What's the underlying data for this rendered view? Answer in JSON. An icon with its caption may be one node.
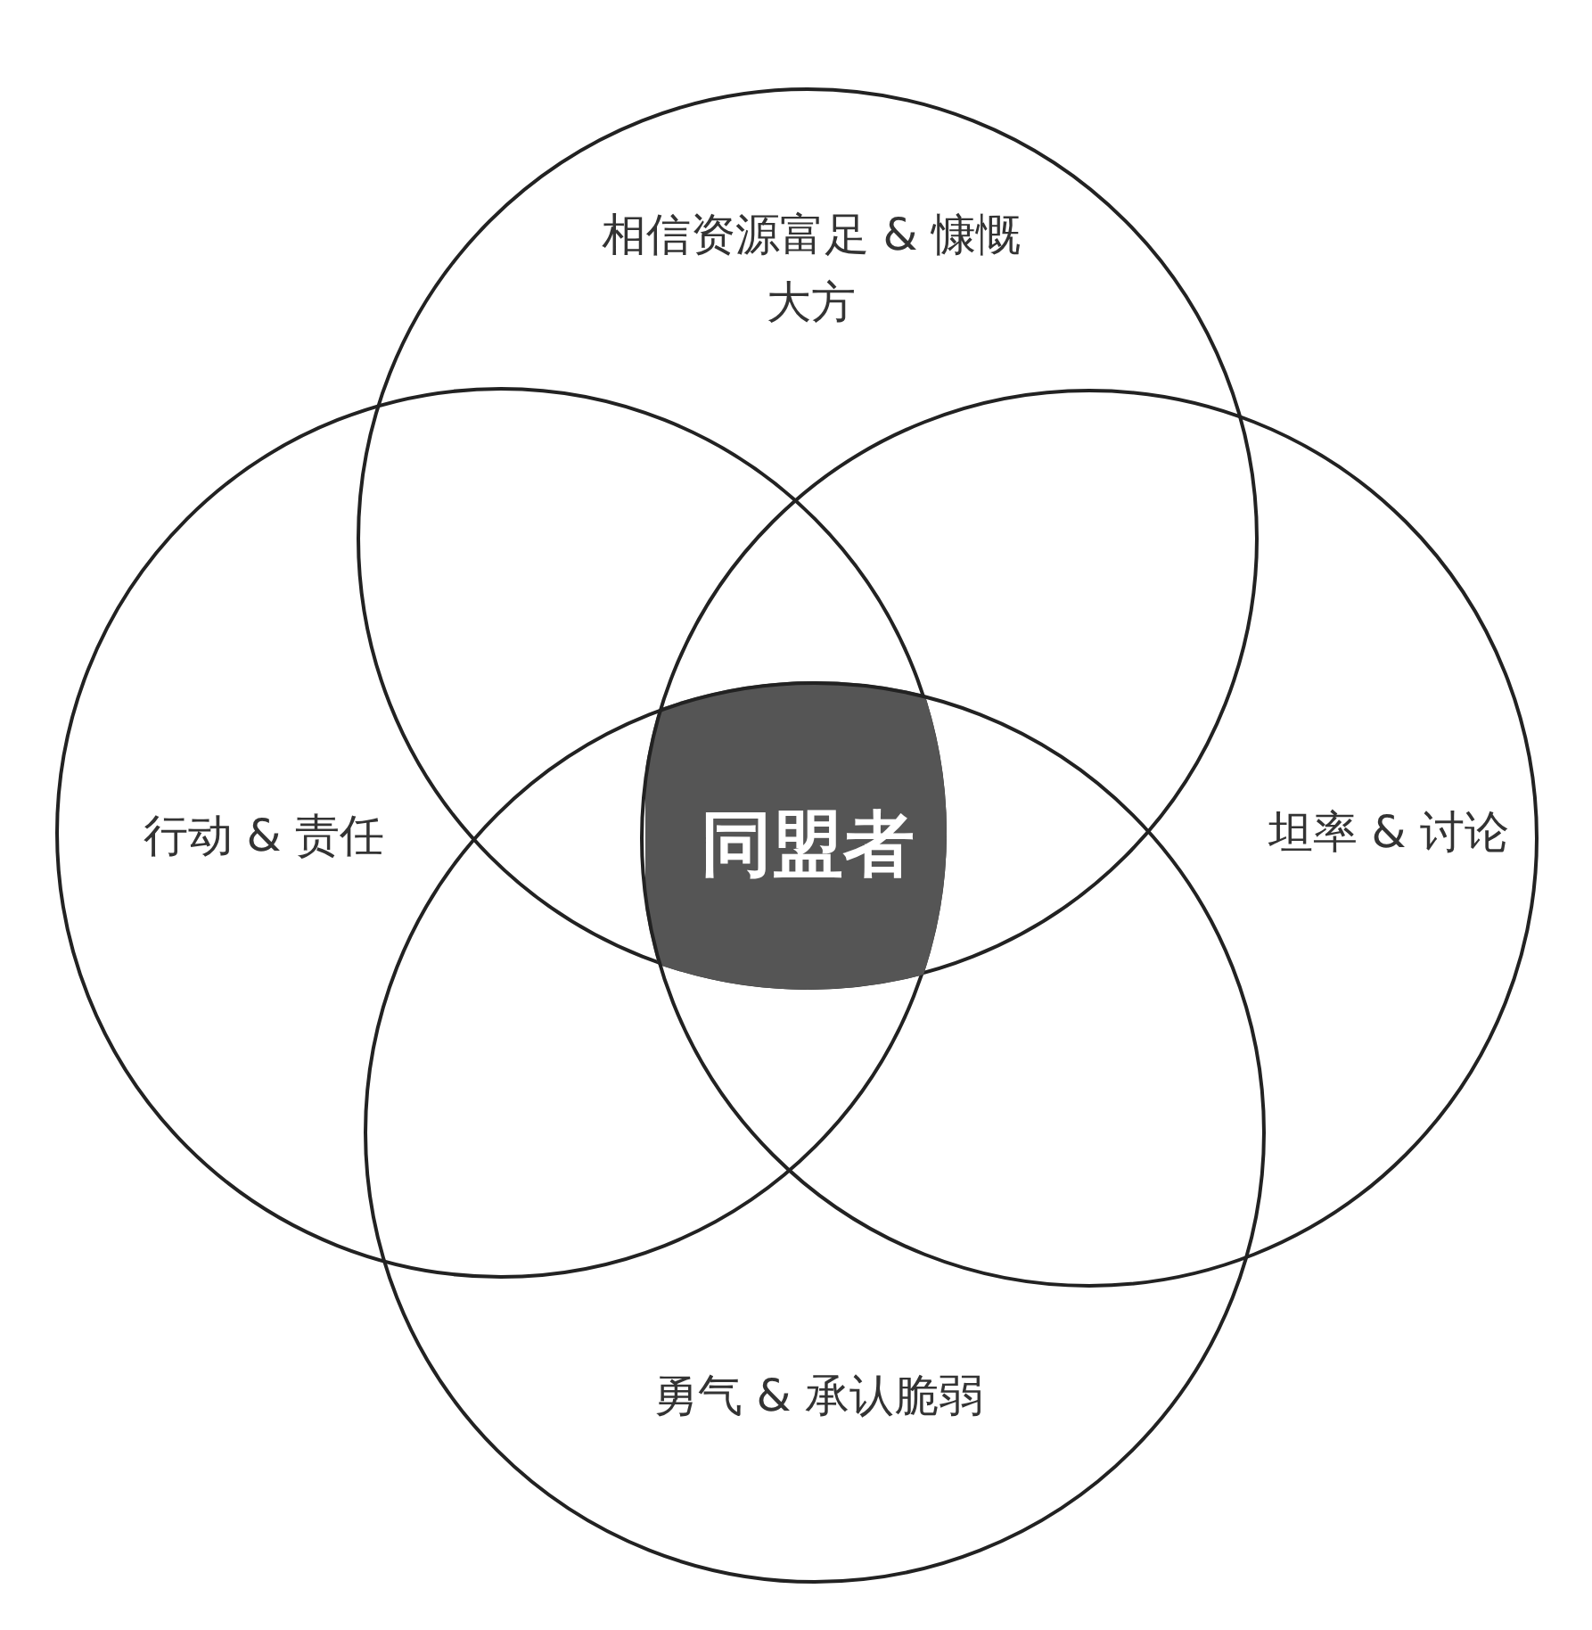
{
  "diagram": {
    "nodes": [
      {
        "text": [
          "相信资源富足 & 慷慨大方"
        ]
      },
      {
        "text": [
          "行动 & 责任"
        ]
      },
      {
        "text": [
          "同盟者"
        ]
      },
      {
        "text": [
          "坦率 & 讨论"
        ]
      },
      {
        "text": [
          "勇气 & 承认脆弱"
        ]
      }
    ]
  }
}
